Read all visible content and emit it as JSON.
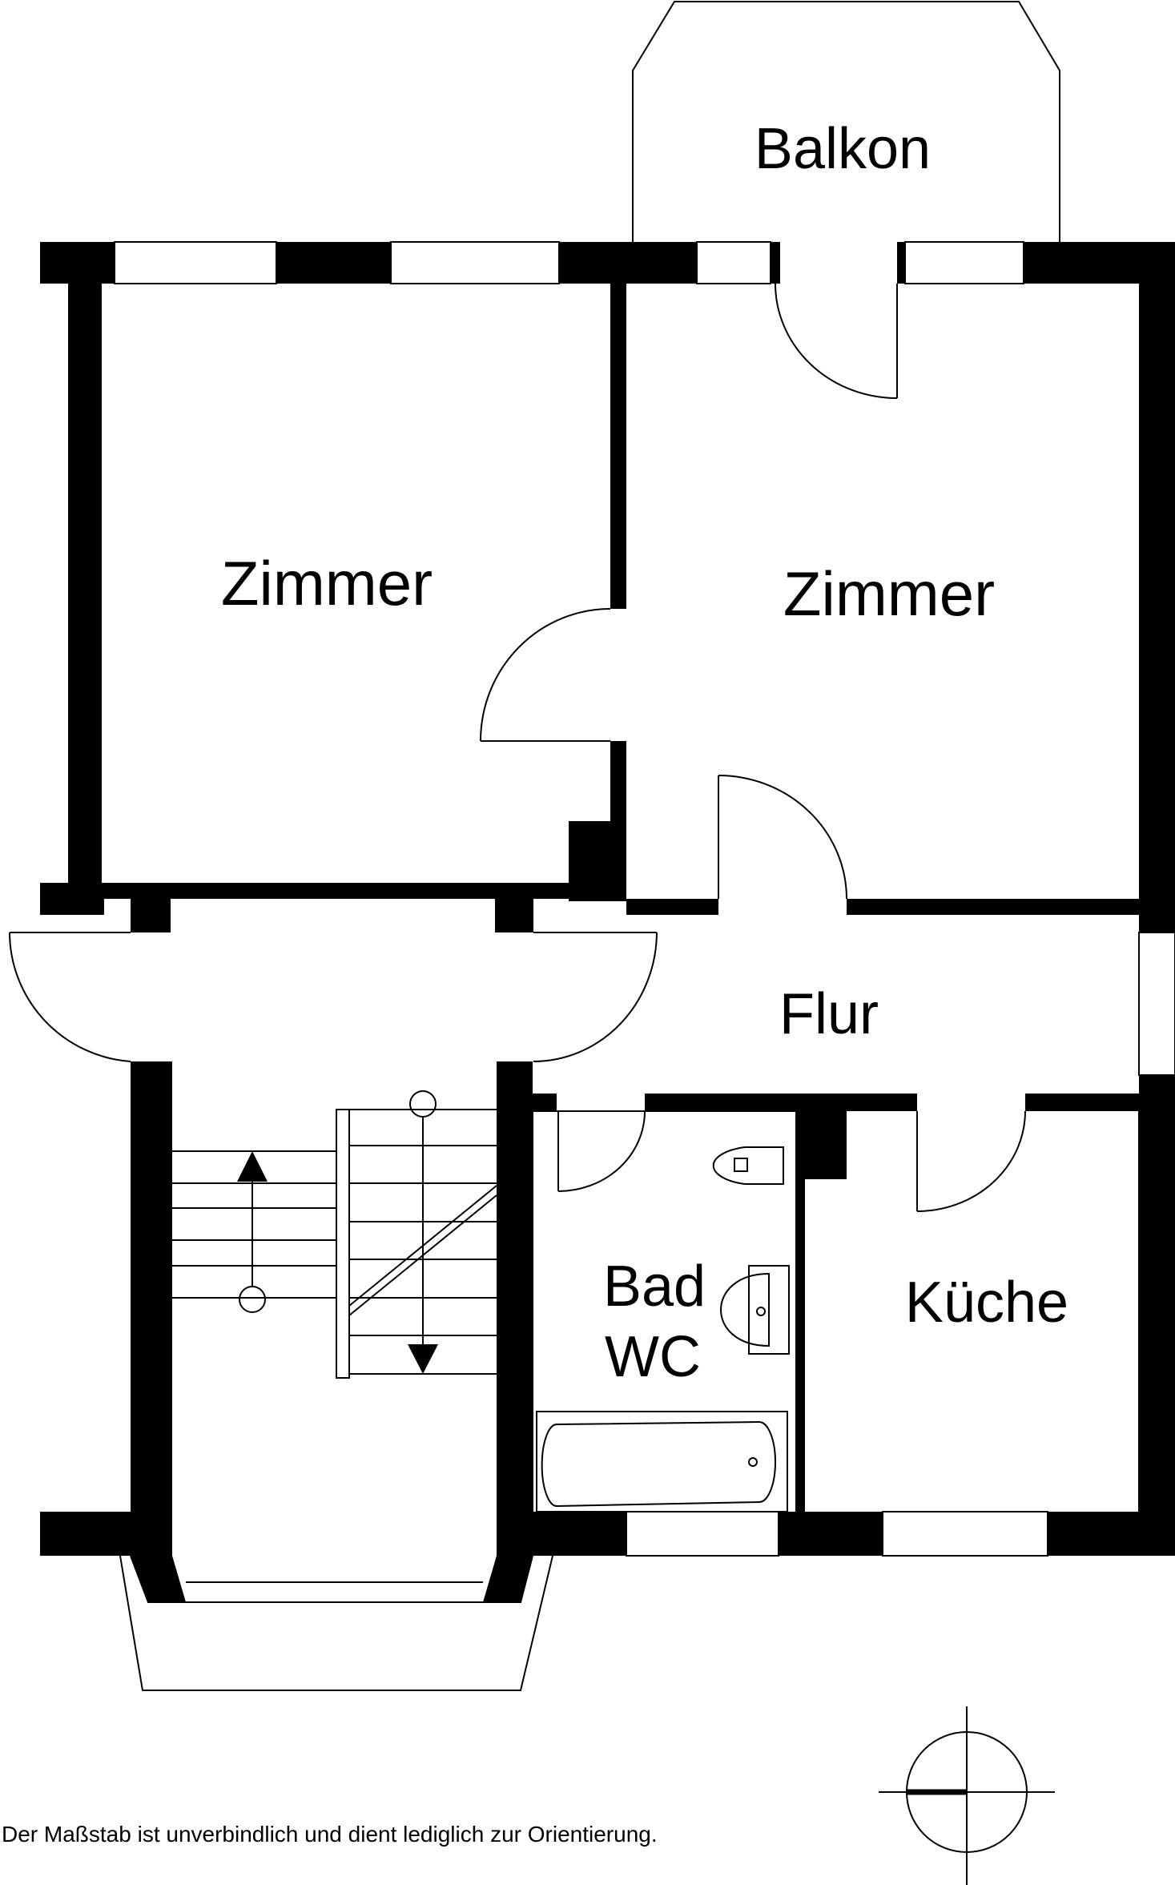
{
  "rooms": {
    "balkon": "Balkon",
    "zimmer_left": "Zimmer",
    "zimmer_right": "Zimmer",
    "flur": "Flur",
    "bad": "Bad",
    "wc": "WC",
    "kueche": "Küche"
  },
  "disclaimer": "Der Maßstab ist unverbindlich und dient lediglich zur Orientierung.",
  "colors": {
    "wall": "#000000",
    "line": "#000000",
    "background": "#ffffff"
  }
}
